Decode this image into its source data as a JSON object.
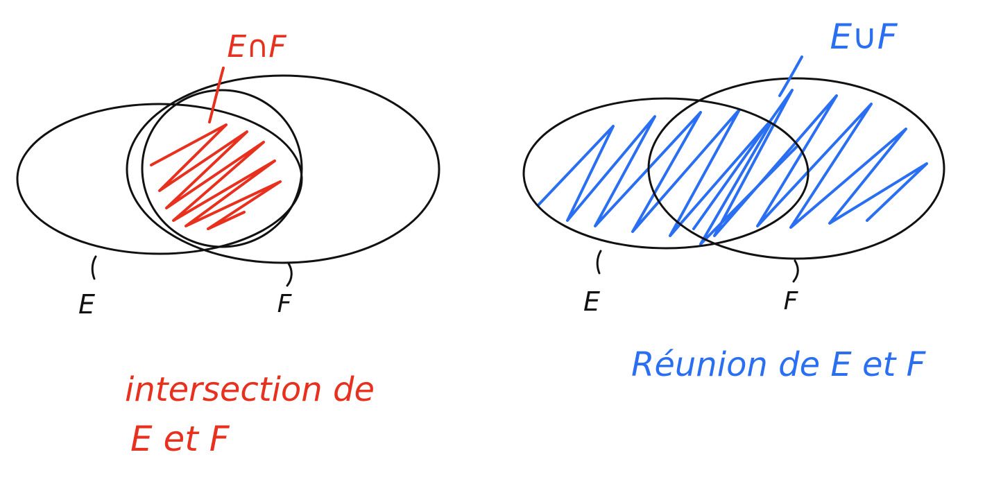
{
  "colors": {
    "ink": "#111111",
    "intersection": "#e8301f",
    "union": "#2a6ff2"
  },
  "intersection_panel": {
    "set_labels": [
      "E",
      "F"
    ],
    "region_label": "E∩F",
    "caption_line1": "intersection de",
    "caption_line2": "E et F"
  },
  "union_panel": {
    "set_labels": [
      "E",
      "F"
    ],
    "region_label": "E∪F",
    "caption": "Réunion de E et F"
  }
}
